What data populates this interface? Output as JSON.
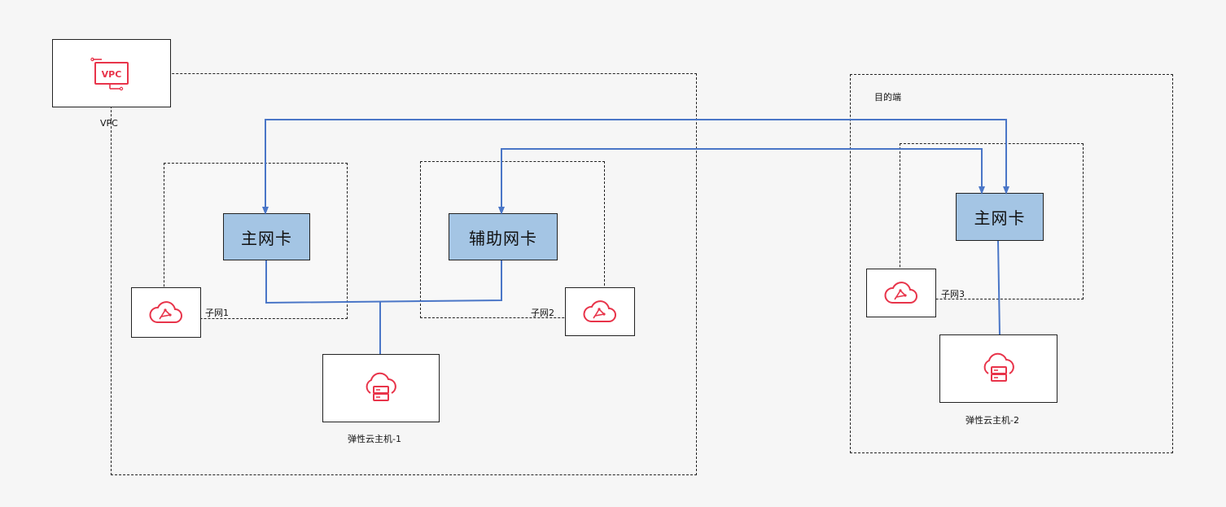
{
  "colors": {
    "accent_red": "#e8344a",
    "nic_fill": "#a4c5e4",
    "wire_blue": "#4a76c7"
  },
  "vpc": {
    "icon_text": "VPC",
    "label": "VPC"
  },
  "destination": {
    "label": "目的端"
  },
  "subnets": [
    {
      "label": "子网1",
      "icon": "subnet-cloud-icon"
    },
    {
      "label": "子网2",
      "icon": "subnet-cloud-icon"
    },
    {
      "label": "子网3",
      "icon": "subnet-cloud-icon"
    }
  ],
  "nics": {
    "primary_1": "主网卡",
    "secondary_1": "辅助网卡",
    "primary_2": "主网卡"
  },
  "servers": [
    {
      "label": "弹性云主机-1",
      "icon": "ecs-server-icon"
    },
    {
      "label": "弹性云主机-2",
      "icon": "ecs-server-icon"
    }
  ]
}
